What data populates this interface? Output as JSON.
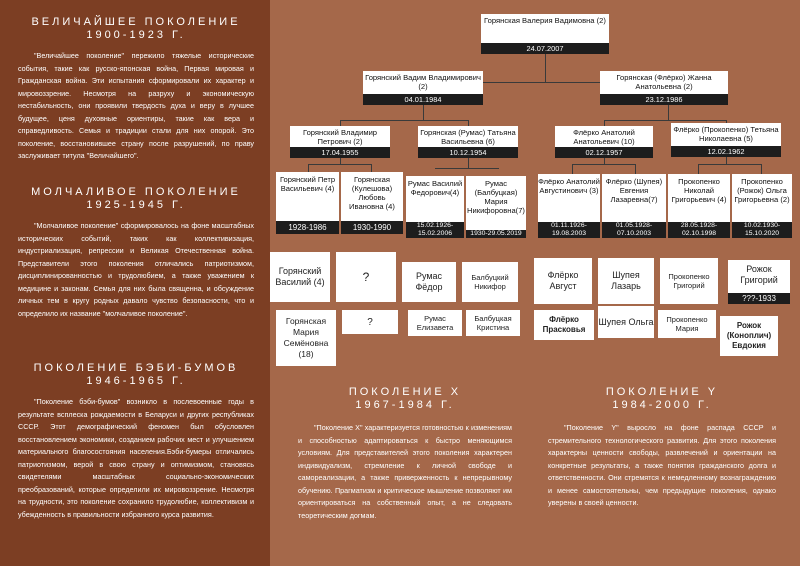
{
  "left": {
    "greatest": {
      "title": "ВЕЛИЧАЙШЕЕ ПОКОЛЕНИЕ",
      "years": "1900-1923 Г.",
      "text": "\"Величайшее поколение\" пережило тяжелые исторические события, такие как русско-японская война, Первая мировая и Гражданская война. Эти испытания сформировали их характер и мировоззрение. Несмотря на разруху и экономическую нестабильность, они проявили твердость духа и веру в лучшее будущее, ценя духовные ориентиры, такие как вера и справедливость. Семья и традиции стали для них опорой. Это поколение, восстановившее страну после разрушений, по праву заслуживает титула \"Величайшего\"."
    },
    "silent": {
      "title": "МОЛЧАЛИВОЕ ПОКОЛЕНИЕ",
      "years": "1925-1945 Г.",
      "text": "\"Молчаливое поколение\" сформировалось на фоне масштабных исторических событий, таких как коллективизация, индустриализация, репрессии и Великая Отечественная война. Представители этого поколения отличались патриотизмом, дисциплинированностью и трудолюбием, а также уважением к медицине и законам. Семья для них была священна, и обсуждение личных тем в кругу родных давало чувство безопасности, что и определило их название \"молчаливое поколение\"."
    },
    "boomers": {
      "title": "ПОКОЛЕНИЕ БЭБИ-БУМОВ",
      "years": "1946-1965 Г.",
      "text": "\"Поколение бэби-бумов\" возникло в послевоенные годы в результате всплеска рождаемости в Беларуси и других республиках СССР. Этот демографический феномен был обусловлен восстановлением экономики, созданием рабочих мест и улучшением материального благосостояния населения.Бэби-бумеры отличались патриотизмом, верой в свою страну и оптимизмом, становясь свидетелями масштабных социально-экономических преобразований, которые определили их мировоззрение. Несмотря на трудности, это поколение сохранило трудолюбие, коллективизм и убежденность в правильности избранного курса развития."
    }
  },
  "genx": {
    "title": "ПОКОЛЕНИЕ X",
    "years": "1967-1984 Г.",
    "text": "\"Поколение Х\" характеризуется готовностью к изменениям и способностью адаптироваться к быстро меняющимся условиям. Для представителей этого поколения характерен индивидуализм, стремление к личной свободе и самореализации, а также приверженность к непрерывному обучению. Прагматизм и критическое мышление позволяют им ориентироваться на собственный опыт, а не следовать теоретическим догмам."
  },
  "geny": {
    "title": "ПОКОЛЕНИЕ Y",
    "years": "1984-2000 Г.",
    "text": "\"Поколение Y\" выросло на фоне распада СССР и стремительного технологического развития. Для этого поколения характерны ценности свободы, развлечений и ориентации на конкретные результаты, а также понятия гражданского долга и ответственности. Они стремятся к немедленному вознаграждению и менее самостоятельны, чем предыдущие поколения, однако уверены в своей ценности."
  },
  "tree": {
    "root": {
      "name": "Горянская Валерия Вадимовна (2)",
      "date": "24.07.2007"
    },
    "father": {
      "name": "Горянский Вадим Владимирович (2)",
      "date": "04.01.1984"
    },
    "mother": {
      "name": "Горянская (Флёрко) Жанна Анатольевна (2)",
      "date": "23.12.1986"
    },
    "ff": {
      "name": "Горянский Владимир Петрович (2)",
      "date": "17.04.1955"
    },
    "fm": {
      "name": "Горянская (Румас) Татьяна Васильевна (6)",
      "date": "10.12.1954"
    },
    "mf": {
      "name": "Флёрко Анатолий Анатольевич (10)",
      "date": "02.12.1957"
    },
    "mm": {
      "name": "Флёрко (Прокопенко) Тетьяна Николаевна (5)",
      "date": "12.02.1962"
    },
    "g1": {
      "name": "Горянский Петр Васильевич (4)",
      "date": "1928-1986"
    },
    "g2": {
      "name": "Горянская (Кулешова) Любовь Ивановна (4)",
      "date": "1930-1990"
    },
    "g3": {
      "name": "Румас Василий Федорович(4)",
      "date": "15.02.1926-15.02.2006"
    },
    "g4": {
      "name": "Румас (Балбуцкая) Мария Никифоровна(7)",
      "date": "1930-29.05.2019"
    },
    "g5": {
      "name": "Флёрко Анатолий Августинович (3)",
      "date": "01.11.1926-19.08.2003"
    },
    "g6": {
      "name": "Флёрко (Шупея) Евгения Лазаревна(7)",
      "date": "01.05.1928-07.10.2003"
    },
    "g7": {
      "name": "Прокопенко Николай Григорьевич (4)",
      "date": "28.05.1928-02.10.1998"
    },
    "g8": {
      "name": "Прокопенко (Рожок) Ольга Григорьевна (2)",
      "date": "10.02.1930-15.10.2020"
    },
    "p1": "Горянский Василий (4)",
    "p2": "?",
    "p3": "Румас Фёдор",
    "p4": "Балбуцкий Никифор",
    "p5": "Флёрко Август",
    "p6": "Шупея Лазарь",
    "p7": "Прокопенко Григорий",
    "p8": {
      "name": "Рожок Григорий",
      "date": "???-1933"
    },
    "q1": "Горянская Мария Семёновна (18)",
    "q2": "?",
    "q3": "Румас Елизавета",
    "q4": "Балбуцкая Кристина",
    "q5": "Флёрко Прасковья",
    "q6": "Шупея Ольга",
    "q7": "Прокопенко Мария",
    "q8": "Рожок (Коноплич) Евдокия"
  }
}
